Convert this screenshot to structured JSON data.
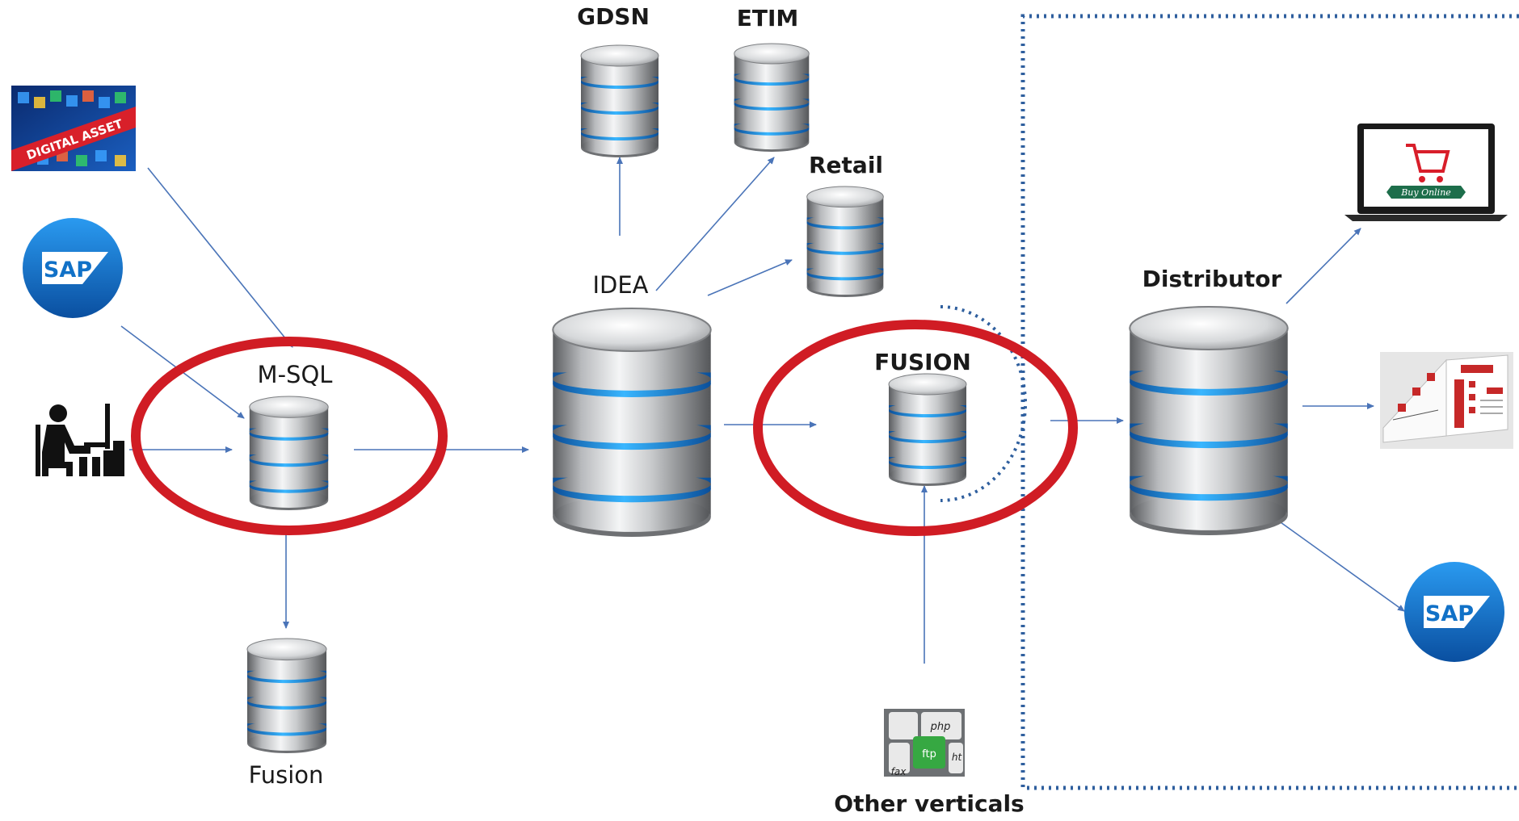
{
  "labels": {
    "gdsn": "GDSN",
    "etim": "ETIM",
    "retail": "Retail",
    "idea": "IDEA",
    "msql": "M-SQL",
    "fusion_upper": "FUSION",
    "fusion_lower": "Fusion",
    "distributor": "Distributor",
    "other_verticals": "Other verticals"
  },
  "icons": {
    "digital_asset_text": "DIGITAL ASSET",
    "sap_logo_text": "SAP",
    "buy_online_text": "Buy Online",
    "ftp_key_text": "ftp",
    "php_key_text": "php",
    "fax_key_text": "fax",
    "htm_key_text": "ht"
  },
  "colors": {
    "arrow": "#4a74b8",
    "highlight_ellipse": "#d01c24",
    "dotted_boundary": "#2f5f9e",
    "db_band": "#1e8fe8",
    "sap_blue": "#1171c7"
  }
}
